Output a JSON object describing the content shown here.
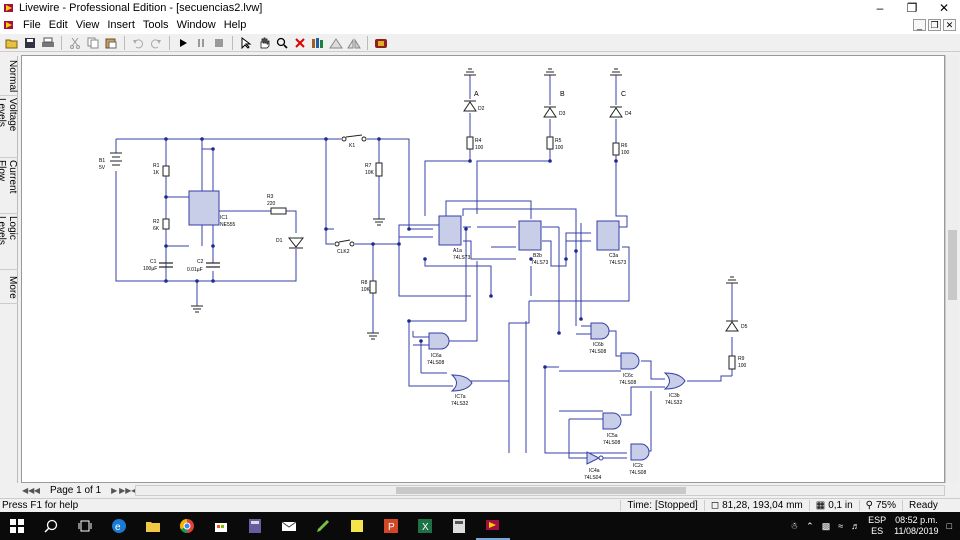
{
  "window": {
    "title": "Livewire - Professional Edition - [secuencias2.lvw]"
  },
  "menu": [
    "File",
    "Edit",
    "View",
    "Insert",
    "Tools",
    "Window",
    "Help"
  ],
  "toolbar": {
    "icons": [
      "open-icon",
      "save-icon",
      "print-icon",
      "cut-icon",
      "copy-icon",
      "paste-icon",
      "undo-icon",
      "redo-icon",
      "play-icon",
      "pause-icon",
      "stop-icon",
      "select-icon",
      "hand-icon",
      "zoom-icon",
      "delete-icon",
      "probe-icon",
      "rotate-icon",
      "flip-icon",
      "component-icon"
    ]
  },
  "side_tabs": [
    "Normal",
    "Voltage Levels",
    "Current Flow",
    "Logic Levels",
    "More"
  ],
  "schematic": {
    "labels": {
      "b1": "B1",
      "b1v": "5V",
      "r1": "R1",
      "r1v": "1K",
      "r2": "R2",
      "r2v": "6K",
      "c1": "C1",
      "c1v": "100µF",
      "c2": "C2",
      "c2v": "0.01µF",
      "ic1": "IC1",
      "ic1v": "NE555",
      "r3": "R3",
      "r3v": "220",
      "d1": "D1",
      "k1": "K1",
      "r7": "R7",
      "r7v": "10K",
      "clk2": "CLK2",
      "r8": "R8",
      "r8v": "10K",
      "a": "A",
      "b": "B",
      "c": "C",
      "d2": "D2",
      "d3": "D3",
      "d4": "D4",
      "d5": "D5",
      "r4": "R4",
      "r4v": "100",
      "r5": "R5",
      "r5v": "100",
      "r6": "R6",
      "r6v": "100",
      "r9": "R9",
      "r9v": "100",
      "a1a": "A1a",
      "a1av": "74LS73",
      "b2b": "B2b",
      "b2bv": "74LS73",
      "c3a": "C3a",
      "c3av": "74LS73",
      "ic6a": "IC6a",
      "ic6av": "74LS08",
      "ic6b": "IC6b",
      "ic6bv": "74LS08",
      "ic6c": "IC6c",
      "ic6cv": "74LS08",
      "ic7a": "IC7a",
      "ic7av": "74LS32",
      "ic3b": "IC3b",
      "ic3bv": "74LS32",
      "ic5a": "IC5a",
      "ic5av": "74LS08",
      "ic2c": "IC2c",
      "ic2cv": "74LS08",
      "ic4a": "IC4a",
      "ic4av": "74LS04"
    }
  },
  "page_nav": {
    "text": "Page 1 of 1"
  },
  "status": {
    "help": "Press F1 for help",
    "time_label": "Time:",
    "time_value": "[Stopped]",
    "coords": "81,28, 193,04 mm",
    "grid": "0,1 in",
    "zoom": "75%",
    "state": "Ready"
  },
  "taskbar": {
    "lang1": "ESP",
    "lang2": "ES",
    "time": "08:52 p.m.",
    "date": "11/08/2019"
  }
}
